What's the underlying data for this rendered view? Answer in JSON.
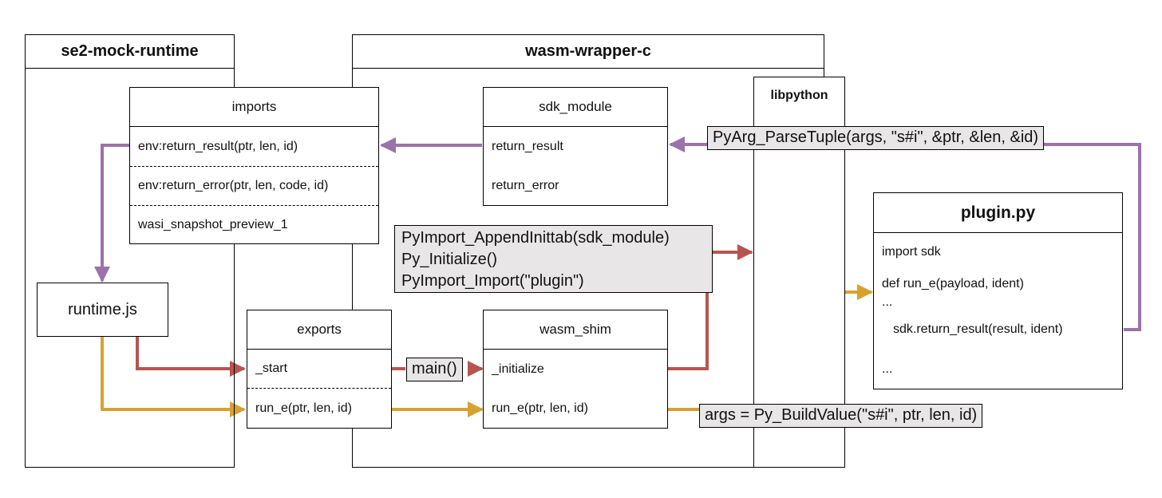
{
  "se2_mock_runtime": {
    "title": "se2-mock-runtime"
  },
  "imports": {
    "title": "imports",
    "rows": [
      "env:return_result(ptr, len, id)",
      "env:return_error(ptr, len, code, id)",
      "wasi_snapshot_preview_1"
    ]
  },
  "runtime_js": {
    "label": "runtime.js"
  },
  "wasm_wrapper_c": {
    "title": "wasm-wrapper-c"
  },
  "sdk_module": {
    "title": "sdk_module",
    "rows": [
      "return_result",
      "return_error"
    ]
  },
  "libpython": {
    "title": "libpython"
  },
  "exports": {
    "title": "exports",
    "rows": [
      "_start",
      "run_e(ptr, len, id)"
    ]
  },
  "wasm_shim": {
    "title": "wasm_shim",
    "rows": [
      "_initialize",
      "run_e(ptr, len, id)"
    ]
  },
  "plugin_py": {
    "title": "plugin.py",
    "lines": [
      "import sdk",
      "def run_e(payload, ident)",
      "...",
      "sdk.return_result(result, ident)",
      "..."
    ]
  },
  "annotations": {
    "parse_tuple": "PyArg_ParseTuple(args, \"s#i\", &ptr, &len, &id)",
    "init_lines": [
      "PyImport_AppendInittab(sdk_module)",
      "Py_Initialize()",
      "PyImport_Import(\"plugin\")"
    ],
    "main_call": "main()",
    "build_value": "args = Py_BuildValue(\"s#i\", ptr, len, id)"
  },
  "colors": {
    "purple": "#9b72aa",
    "red": "#b85450",
    "orange": "#d6a22f"
  }
}
